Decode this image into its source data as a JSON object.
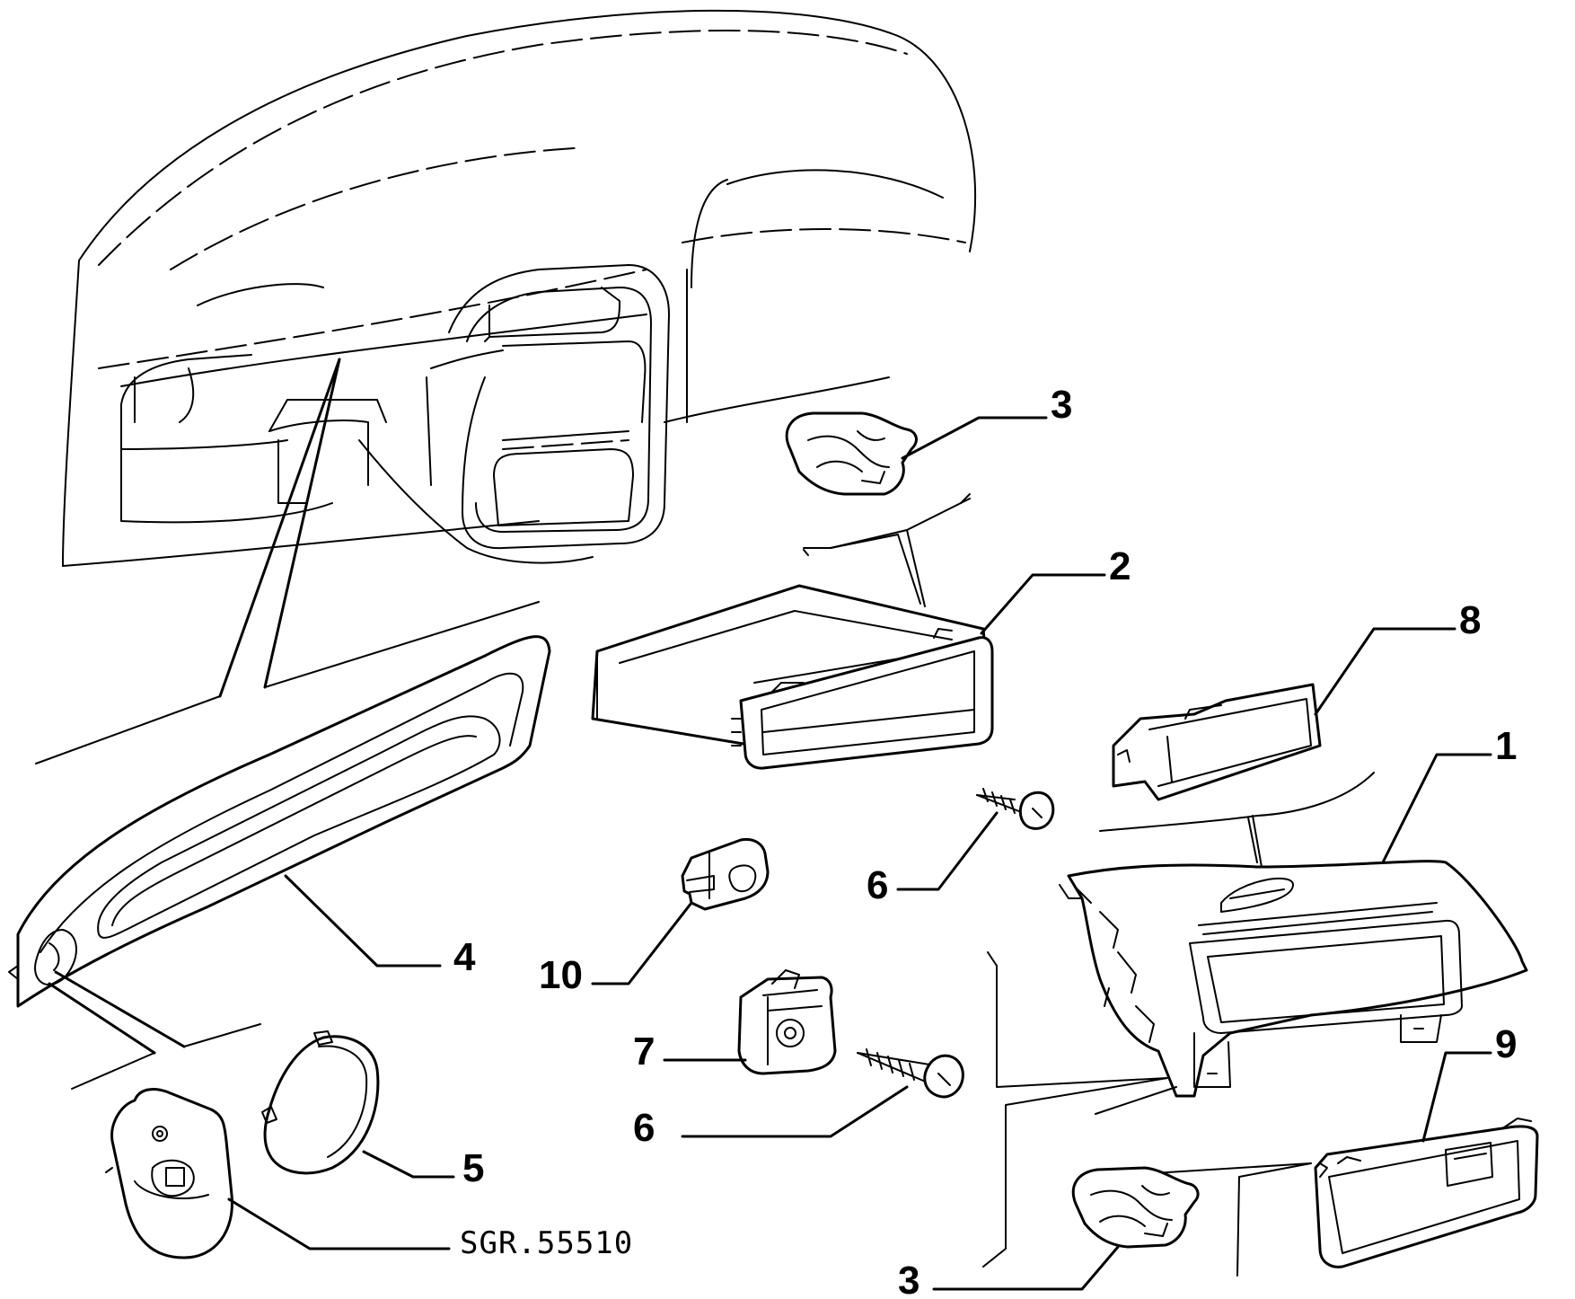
{
  "diagram": {
    "reference_code": "SGR.55510",
    "callouts": [
      {
        "id": "label-3-top",
        "text": "3"
      },
      {
        "id": "label-2",
        "text": "2"
      },
      {
        "id": "label-8",
        "text": "8"
      },
      {
        "id": "label-1",
        "text": "1"
      },
      {
        "id": "label-6-upper",
        "text": "6"
      },
      {
        "id": "label-10",
        "text": "10"
      },
      {
        "id": "label-4",
        "text": "4"
      },
      {
        "id": "label-7",
        "text": "7"
      },
      {
        "id": "label-6-lower",
        "text": "6"
      },
      {
        "id": "label-5",
        "text": "5"
      },
      {
        "id": "label-9",
        "text": "9"
      },
      {
        "id": "label-3-bottom",
        "text": "3"
      }
    ]
  }
}
